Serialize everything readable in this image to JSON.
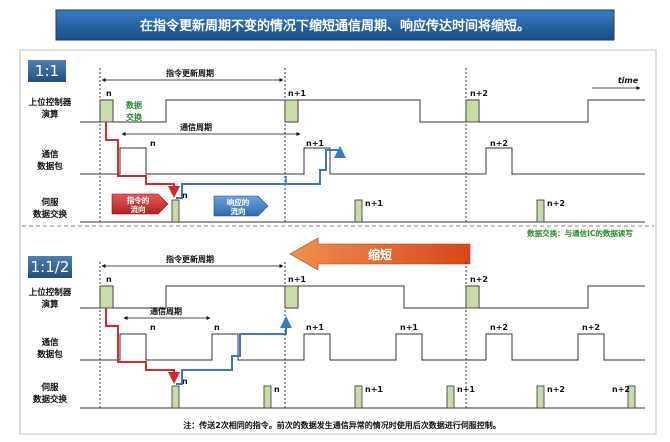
{
  "title": "在指令更新周期不变的情况下缩短通信周期、响应传达时间将缩短。",
  "time_label": "time",
  "rows": {
    "host_line1": "上位控制器",
    "host_line2": "演算",
    "comm_line1": "通信",
    "comm_line2": "数据包",
    "servo_line1": "伺服",
    "servo_line2": "数据交换"
  },
  "section1": {
    "mode": "1:1",
    "cmd_period": "指令更新周期",
    "comm_period": "通信周期",
    "data_exchange_line1": "数据",
    "data_exchange_line2": "交换",
    "cmd_flow_line1": "指令的",
    "cmd_flow_line2": "流向",
    "resp_flow_line1": "响应的",
    "resp_flow_line2": "流向",
    "tag_n": "n",
    "tag_n1": "n+1",
    "tag_n2": "n+2"
  },
  "section2": {
    "mode": "1:1/2",
    "cmd_period": "指令更新周期",
    "comm_period": "通信周期",
    "tag_n": "n",
    "tag_n1": "n+1",
    "tag_n2": "n+2"
  },
  "shorten_label": "缩短",
  "exchange_note": "数据交换：与通信IC的数据读写",
  "footer_note": "注：传送2次相同的指令。前次的数据发生通信异常的情况时使用后次数据进行伺服控制。",
  "colors": {
    "title_bg": "#1e5d9c",
    "mode_bg": "#2a5c8e",
    "pulse_fill": "#c9dca8",
    "cmd_arrow": "#d42a2a",
    "resp_arrow": "#3b78c0",
    "shorten": "#e0571f",
    "note_green": "#2b8a2b"
  }
}
